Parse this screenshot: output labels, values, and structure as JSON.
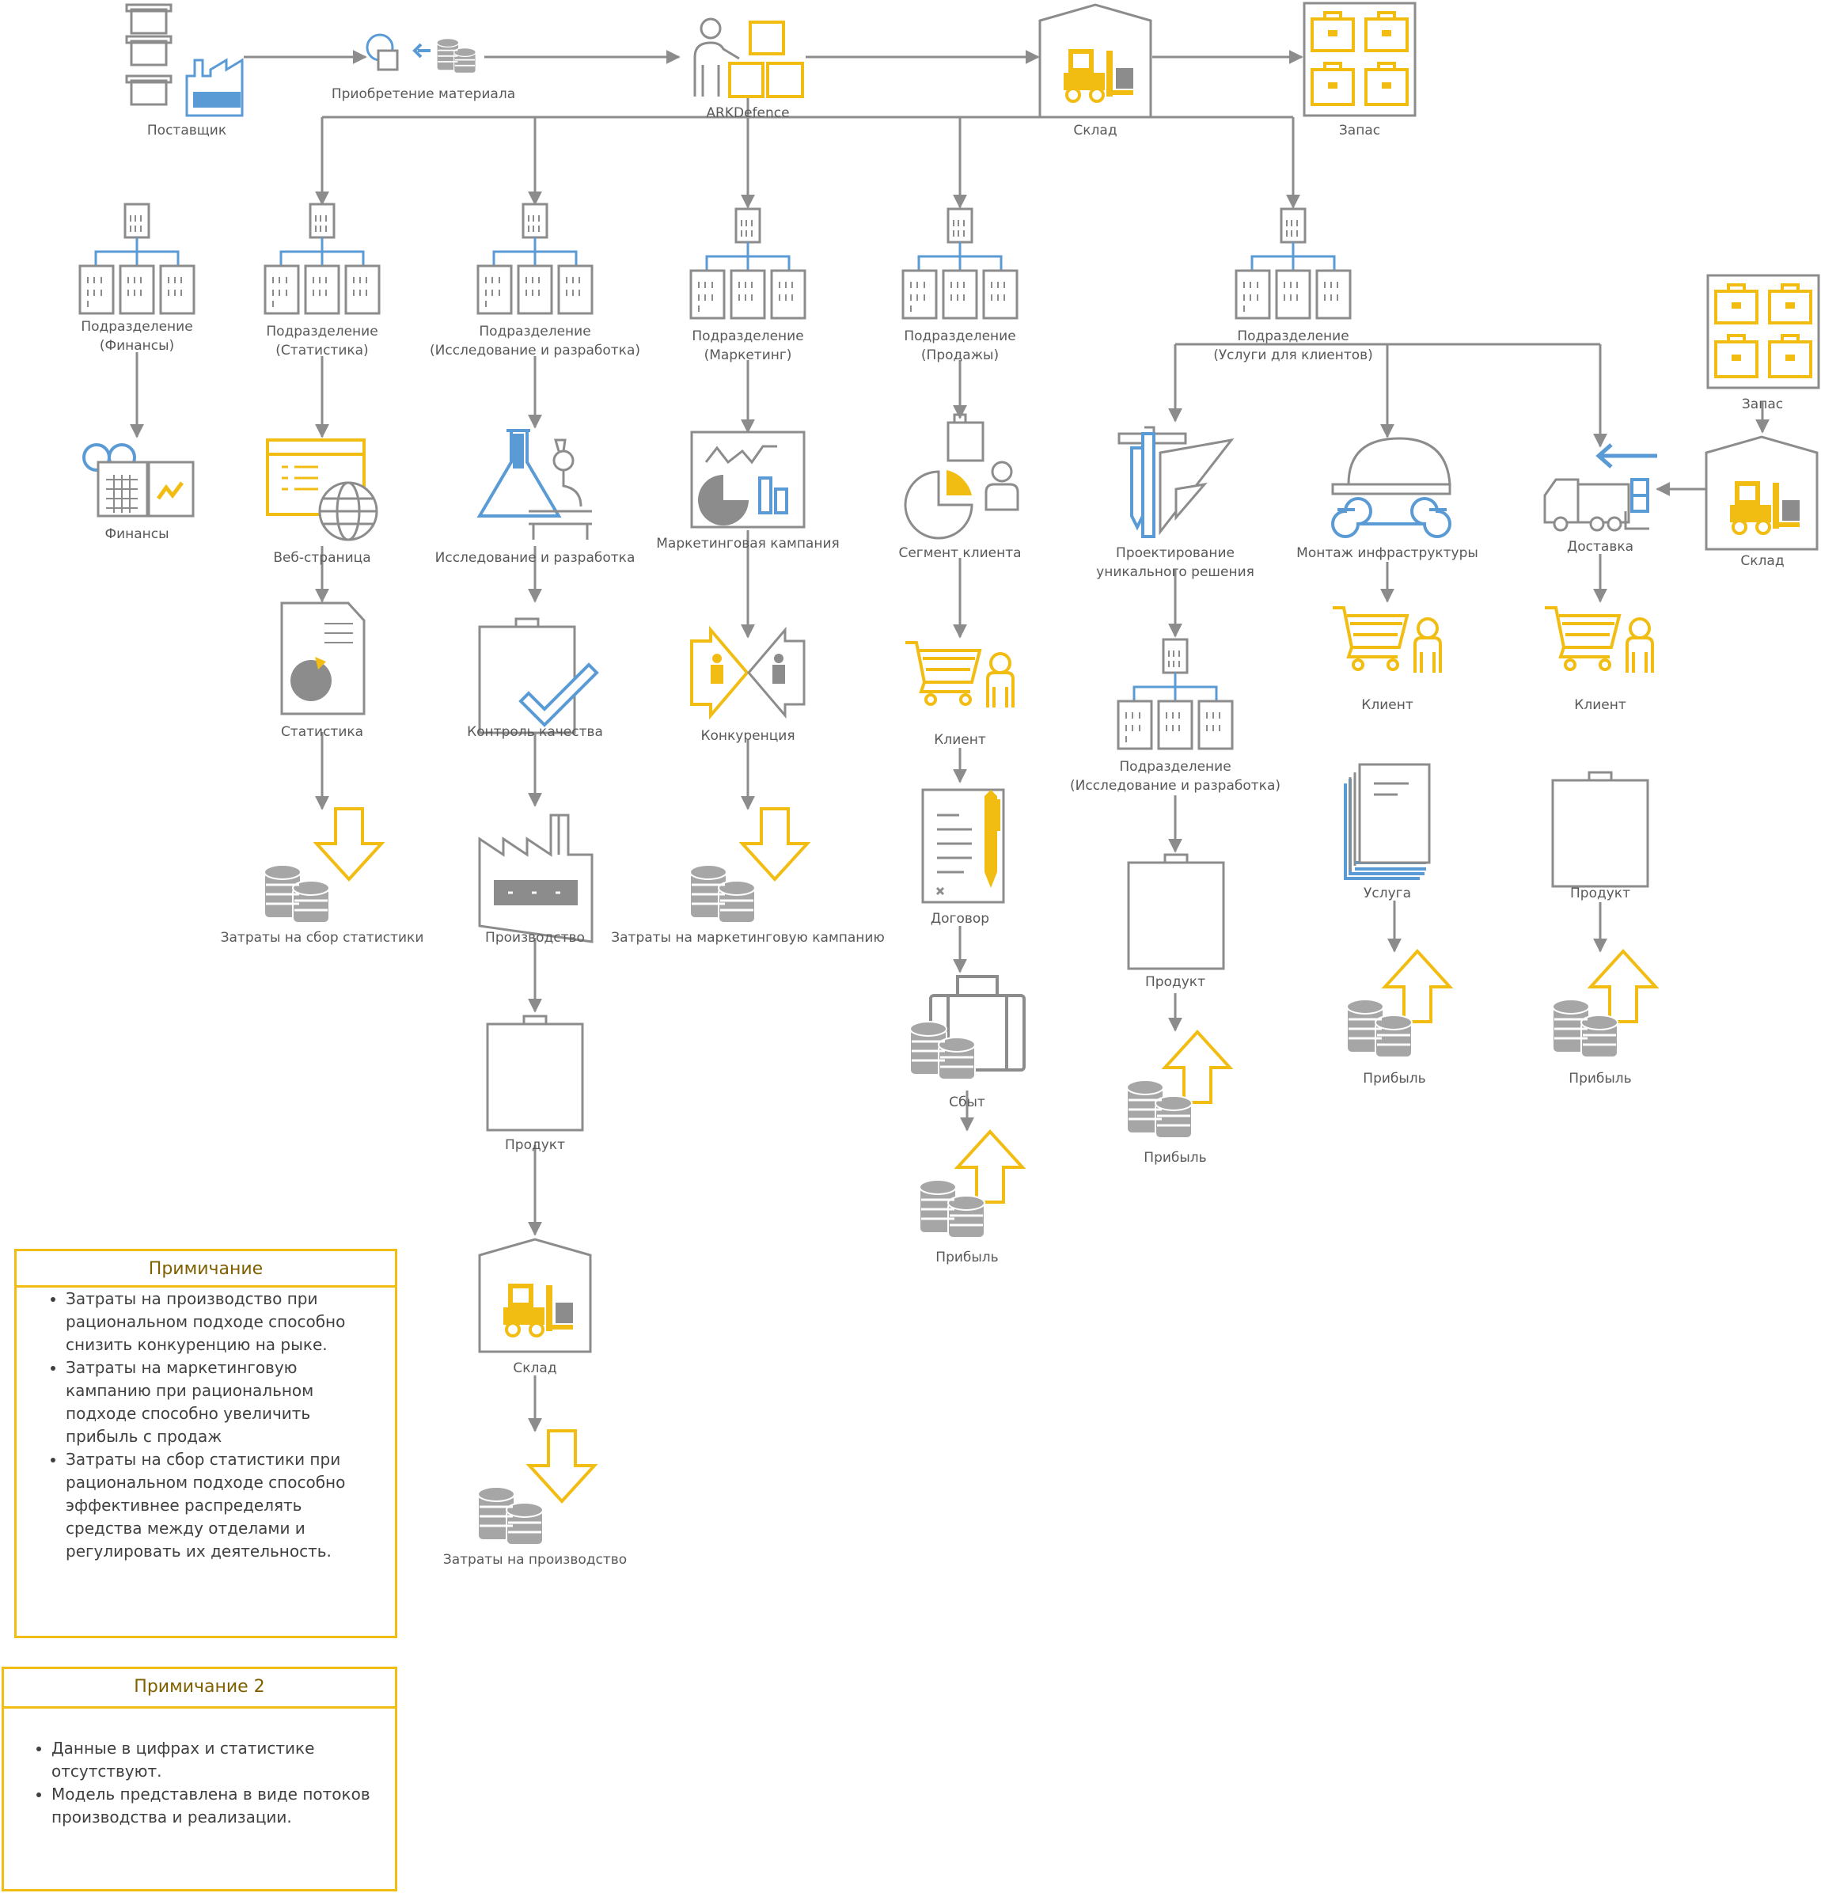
{
  "colors": {
    "gray": "#8c8c8c",
    "yellow": "#f2bd13",
    "blue": "#5b9bd5",
    "dark": "#595959",
    "note_title": "#7f6000"
  },
  "nodes": {
    "supplier": "Поставщик",
    "purchase": "Приобретение материала",
    "company": "ARKDefence",
    "warehouse_top": "Склад",
    "stock_top": "Запас",
    "finance_div": [
      "Подразделение",
      "(Финансы)"
    ],
    "stats_div": [
      "Подразделение",
      "(Статистика)"
    ],
    "rnd_div": [
      "Подразделение",
      "(Исследование и разработка)"
    ],
    "marketing_div": [
      "Подразделение",
      "(Маркетинг)"
    ],
    "sales_div": [
      "Подразделение",
      "(Продажы)"
    ],
    "services_div": [
      "Подразделение",
      "(Услуги для клиентов)"
    ],
    "finance": "Финансы",
    "webpage": "Веб-страница",
    "statistics": "Статистика",
    "stats_costs": "Затраты на сбор статистики",
    "rnd": "Исследование и разработка",
    "quality": "Контроль качества",
    "production": "Производство",
    "product_rnd": "Продукт",
    "warehouse_rnd": "Склад",
    "production_costs": "Затраты на производство",
    "campaign": "Маркетинговая кампания",
    "competition": "Конкуренция",
    "campaign_costs": "Затраты на маркетинговую кампанию",
    "segment": "Сегмент клиента",
    "client_sales": "Клиент",
    "contract": "Договор",
    "sales": "Сбыт",
    "profit_sales": "Прибыль",
    "design": [
      "Проектирование",
      "уникального решения"
    ],
    "rnd_div2": [
      "Подразделение",
      "(Исследование и разработка)"
    ],
    "product_design": "Продукт",
    "profit_design": "Прибыль",
    "infra": "Монтаж инфраструктуры",
    "client_infra": "Клиент",
    "service": "Услуга",
    "profit_infra": "Прибыль",
    "stock_right": "Запас",
    "warehouse_right": "Склад",
    "delivery": "Доставка",
    "client_delivery": "Клиент",
    "product_delivery": "Продукт",
    "profit_delivery": "Прибыль"
  },
  "note1": {
    "title": "Примичание",
    "items": [
      "Затраты на производство при рациональном подходе способно снизить конкуренцию на рыке.",
      "Затраты на маркетинговую кампанию при рациональном подходе способно увеличить прибыль с продаж",
      "Затраты на сбор статистики при рациональном подходе способно эффективнее распределять средства между отделами и регулировать их деятельность."
    ]
  },
  "note2": {
    "title": "Примичание 2",
    "items": [
      "Данные в цифрах и статистике отсутствуют.",
      "Модель представлена в виде потоков производства и реализации."
    ]
  }
}
